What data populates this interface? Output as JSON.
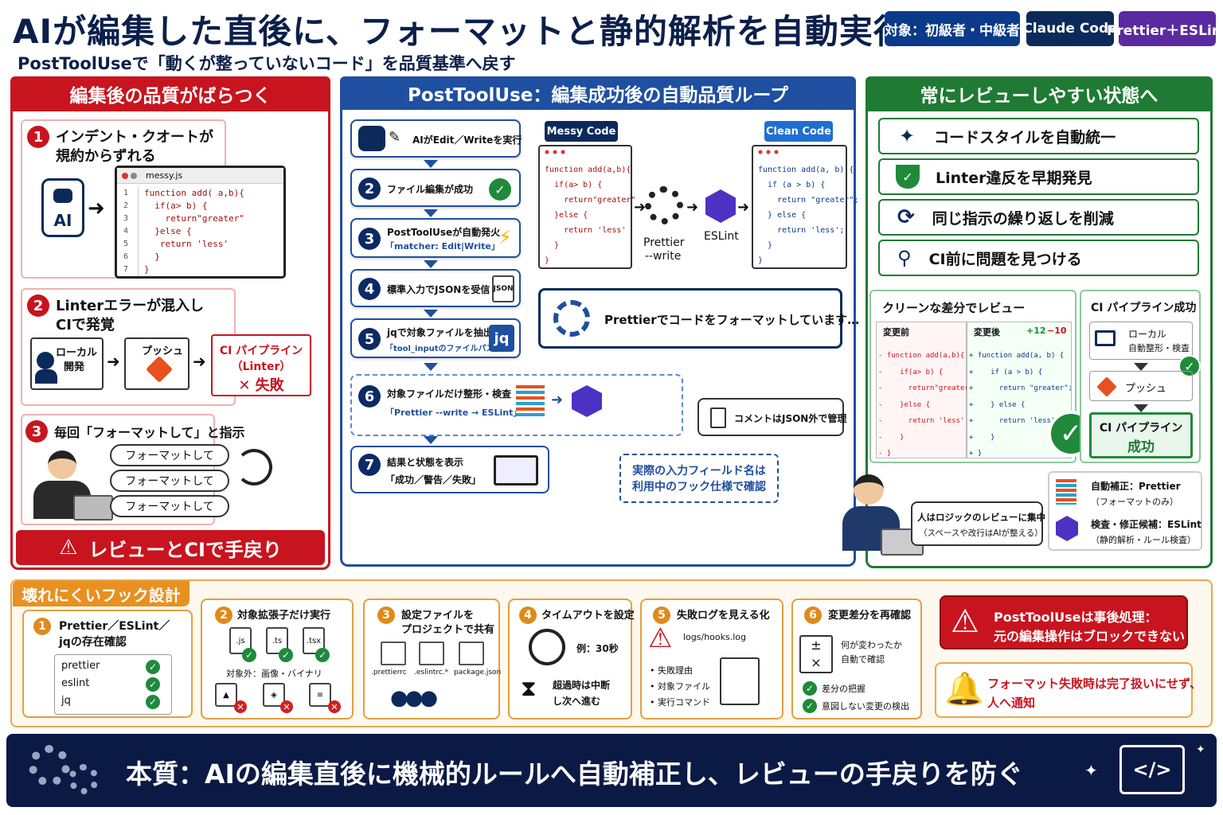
{
  "header": {
    "title": "AIが編集した直後に、フォーマットと静的解析を自動実行",
    "subtitle": "PostToolUseで「動くが整っていないコード」を品質基準へ戻す",
    "badges": [
      {
        "label": "対象：初級者・中級者",
        "color": "#0b3a8a"
      },
      {
        "label": "Claude Code",
        "color": "#0b2a5a"
      },
      {
        "label": "Prettier＋ESLint",
        "color": "#5a2aa0"
      }
    ]
  },
  "left": {
    "title": "編集後の品質がばらつく",
    "p1": {
      "num": "1",
      "text1": "インデント・クオートが",
      "text2": "規約からずれる",
      "file": "messy.js",
      "ai": "AI",
      "lines": [
        "function add( a,b){",
        "  if(a> b) {",
        "    return\"greater\"",
        "  }else {",
        "   return 'less'",
        "  }",
        "}"
      ]
    },
    "p2": {
      "num": "2",
      "text1": "Linterエラーが混入し",
      "text2": "CIで発覚",
      "local1": "ローカル",
      "local2": "開発",
      "push": "プッシュ",
      "ci1": "CI パイプライン",
      "ci2": "（Linter）",
      "ci3": "✕ 失敗"
    },
    "p3": {
      "num": "3",
      "text": "毎回「フォーマットして」と指示",
      "bubble": "フォーマットして"
    },
    "warning": "レビューとCIで手戻り"
  },
  "center": {
    "title": "PostToolUse：編集成功後の自動品質ループ",
    "steps": [
      {
        "line1": "AIがEdit／Writeを実行",
        "line2": ""
      },
      {
        "num": "2",
        "line1": "ファイル編集が成功",
        "line2": ""
      },
      {
        "num": "3",
        "line1": "PostToolUseが自動発火",
        "line2": "「matcher: Edit|Write」"
      },
      {
        "num": "4",
        "line1": "標準入力でJSONを受信",
        "line2": ""
      },
      {
        "num": "5",
        "line1": "jqで対象ファイルを抽出",
        "line2": "「tool_inputのファイルパス」"
      },
      {
        "num": "6",
        "line1": "対象ファイルだけ整形・検査",
        "line2": "「Prettier --write → ESLint」"
      },
      {
        "num": "7",
        "line1": "結果と状態を表示",
        "line2": "「成功／警告／失敗」"
      }
    ],
    "json_tag": "JSON",
    "jq_tag": "jq",
    "messy_label": "Messy Code",
    "clean_label": "Clean Code",
    "messy_lines": [
      "function add(a,b){",
      "  if(a> b) {",
      "    return\"greater\"",
      "  }else {",
      "    return 'less'",
      "  }",
      "}"
    ],
    "clean_lines": [
      "function add(a, b) {",
      "  if (a > b) {",
      "    return \"greater\";",
      "  } else {",
      "    return 'less';",
      "  }",
      "}"
    ],
    "prettier1": "Prettier",
    "prettier2": "--write",
    "eslint": "ESLint",
    "progress": "Prettierでコードをフォーマットしています…",
    "comment": "コメントはJSON外で管理",
    "note1": "実際の入力フィールド名は",
    "note2": "利用中のフック仕様で確認"
  },
  "right": {
    "title": "常にレビューしやすい状態へ",
    "items": [
      "コードスタイルを自動統一",
      "Linter違反を早期発見",
      "同じ指示の繰り返しを削減",
      "CI前に問題を見つける"
    ],
    "diff_title": "クリーンな差分でレビュー",
    "before": "変更前",
    "after": "変更後",
    "plus": "+12",
    "minus": "−10",
    "diff_before": [
      "- function add(a,b){",
      "-    if(a> b) {",
      "-      return\"greater\"",
      "-    }else {",
      "-      return 'less'",
      "-    }",
      "- }"
    ],
    "diff_after": [
      "+ function add(a, b) {",
      "+    if (a > b) {",
      "+      return \"greater\";",
      "+    } else {",
      "+      return 'less';",
      "+    }",
      "+ }"
    ],
    "ci_title": "CI パイプライン成功",
    "local1": "ローカル",
    "local2": "自動整形・検査",
    "push": "プッシュ",
    "ci1": "CI パイプライン",
    "ci2": "成功",
    "human1": "人はロジックのレビューに集中",
    "human2": "（スペースや改行はAIが整える）",
    "auto1": "自動補正：Prettier",
    "auto2": "（フォーマットのみ）",
    "check1": "検査・修正候補：ESLint",
    "check2": "（静的解析・ルール検査）"
  },
  "hooks": {
    "title": "壊れにくいフック設計",
    "cards": [
      {
        "num": "1",
        "t1": "Prettier／ESLint／",
        "t2": "jqの存在確認",
        "list": [
          "prettier",
          "eslint",
          "jq"
        ]
      },
      {
        "num": "2",
        "t1": "対象拡張子だけ実行",
        "ext": [
          ".js",
          ".ts",
          ".tsx"
        ],
        "excl": "対象外：画像・バイナリ"
      },
      {
        "num": "3",
        "t1": "設定ファイルを",
        "t2": "プロジェクトで共有",
        "files": [
          ".prettierrc",
          ".eslintrc.*",
          "package.json"
        ]
      },
      {
        "num": "4",
        "t1": "タイムアウトを設定",
        "ex": "例：30秒",
        "t3": "超過時は中断",
        "t4": "し次へ進む"
      },
      {
        "num": "5",
        "t1": "失敗ログを見える化",
        "log": "logs/hooks.log",
        "items": [
          "• 失敗理由",
          "• 対象ファイル",
          "• 実行コマンド"
        ]
      },
      {
        "num": "6",
        "t1": "変更差分を再確認",
        "d1": "何が変わったか",
        "d2": "自動で確認",
        "c1": "差分の把握",
        "c2": "意図しない変更の検出"
      }
    ],
    "alert1": "PostToolUseは事後処理：",
    "alert2": "元の編集操作はブロックできない",
    "notify1": "フォーマット失敗時は完了扱いにせず、",
    "notify2": "人へ通知"
  },
  "footer": {
    "text": "本質：AIの編集直後に機械的ルールへ自動補正し、レビューの手戻りを防ぐ",
    "code": "</>"
  }
}
